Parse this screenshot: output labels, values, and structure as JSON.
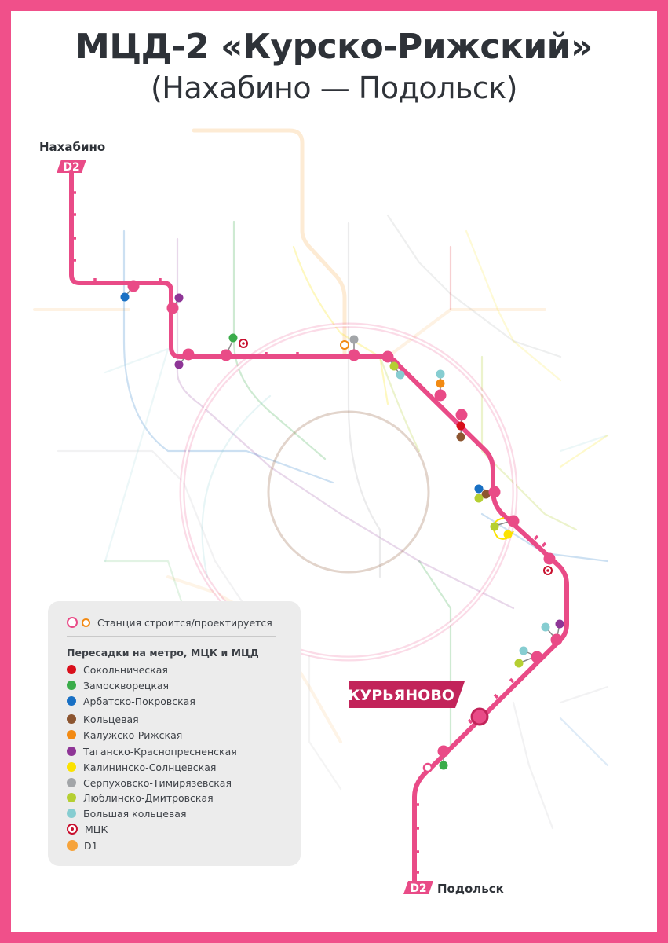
{
  "header": {
    "title": "МЦД-2 «Курско-Рижский»",
    "subtitle": "(Нахабино — Подольск)"
  },
  "terminals": {
    "north": {
      "name": "Нахабино",
      "badge": "D2"
    },
    "south": {
      "name": "Подольск",
      "badge": "D2"
    }
  },
  "highlight_station": "КУРЬЯНОВО",
  "legend": {
    "construction_label": "Станция строится/проектируется",
    "transfers_heading": "Пересадки на метро, МЦК и МЦД",
    "items": [
      {
        "name": "Сокольническая",
        "color": "#d90f1b"
      },
      {
        "name": "Замоскворецкая",
        "color": "#3aac4a"
      },
      {
        "name": "Арбатско-Покровская",
        "color": "#1870c4"
      },
      {
        "name": "Кольцевая",
        "color": "#8c5530"
      },
      {
        "name": "Калужско-Рижская",
        "color": "#f28a13"
      },
      {
        "name": "Таганско-Краснопресненская",
        "color": "#8e3596"
      },
      {
        "name": "Калининско-Солнцевская",
        "color": "#fbe201"
      },
      {
        "name": "Серпуховско-Тимирязевская",
        "color": "#a2a5a8"
      },
      {
        "name": "Люблинско-Дмитровская",
        "color": "#b5cf32"
      },
      {
        "name": "Большая кольцевая",
        "color": "#86cdd1"
      },
      {
        "name": "МЦК",
        "color": "#c8102e"
      },
      {
        "name": "D1",
        "color": "#f6a33b"
      }
    ]
  },
  "colors": {
    "line_d2": "#e94b87",
    "frame": "#f0508a",
    "highlight_badge": "#c2245a",
    "text_dark": "#2e3238"
  }
}
